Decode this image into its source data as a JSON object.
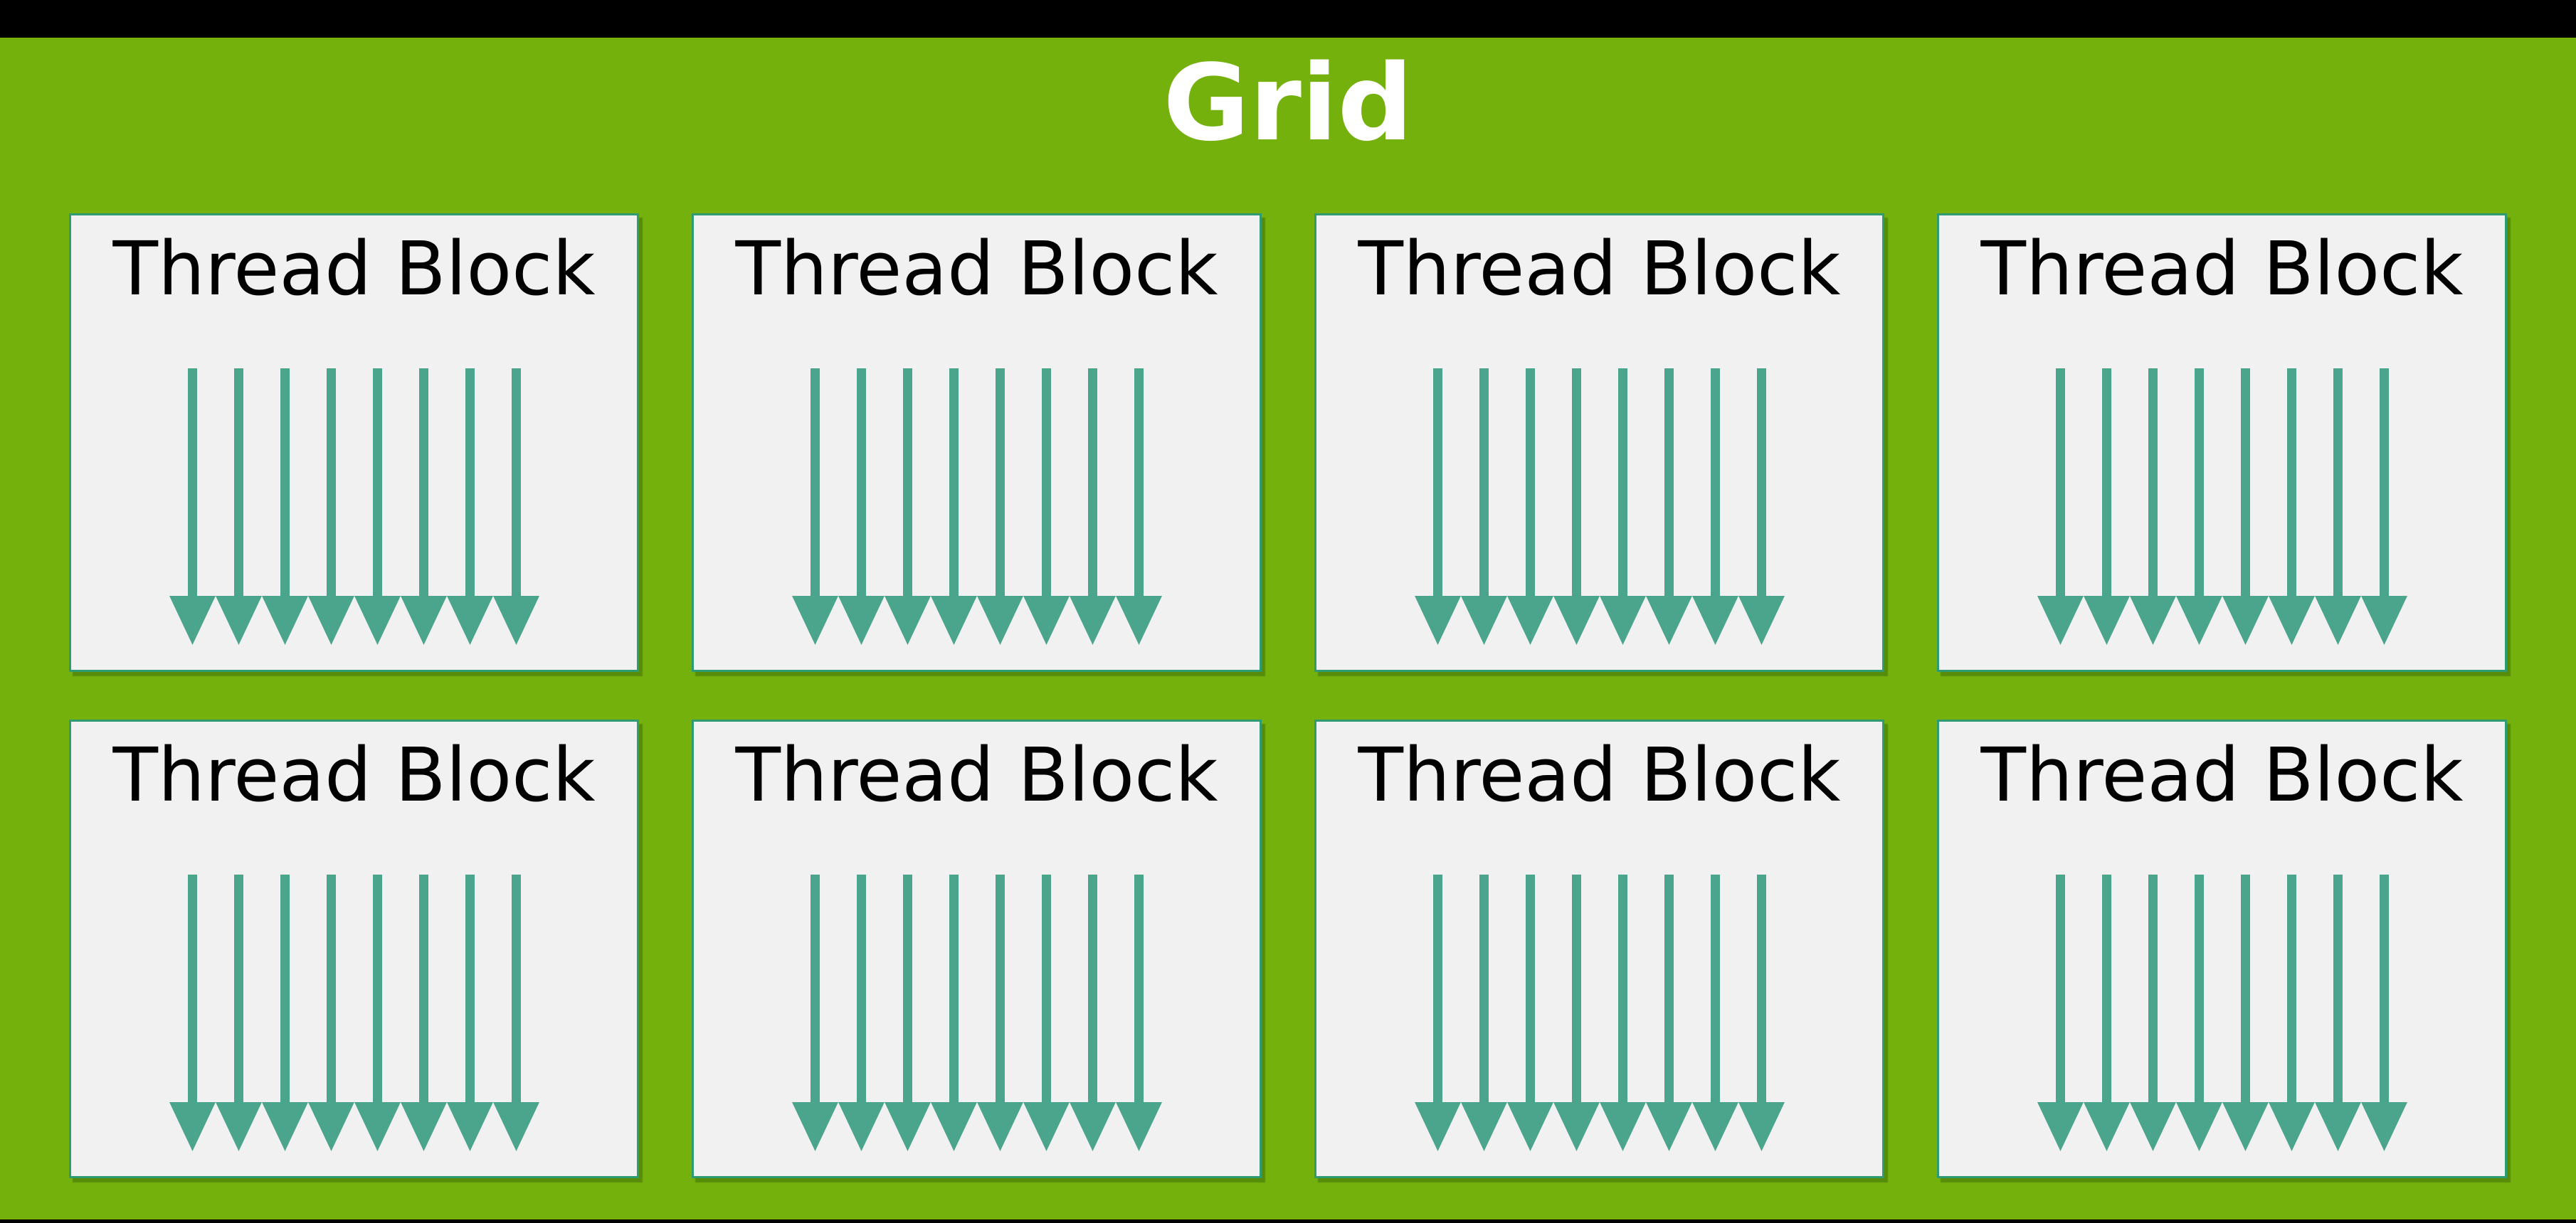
{
  "grid": {
    "title": "Grid",
    "threads_per_block": 8,
    "blocks": [
      {
        "label": "Thread Block"
      },
      {
        "label": "Thread Block"
      },
      {
        "label": "Thread Block"
      },
      {
        "label": "Thread Block"
      },
      {
        "label": "Thread Block"
      },
      {
        "label": "Thread Block"
      },
      {
        "label": "Thread Block"
      },
      {
        "label": "Thread Block"
      }
    ]
  },
  "icons": {
    "thread_arrow": "thread-arrow-down-icon"
  },
  "colors": {
    "canvas_green": "#74B10D",
    "letterbox_black": "#000000",
    "box_fill": "#F1F1F1",
    "box_border": "#2F9B73",
    "arrow_teal": "#4AA58C",
    "title_text": "#FFFFFF",
    "label_text": "#000000"
  }
}
